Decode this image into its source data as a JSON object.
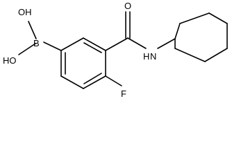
{
  "molecule": {
    "atoms": {
      "oh_top": "OH",
      "oh_bottom": "HO",
      "boron": "B",
      "oxygen": "O",
      "nitrogen_h": "H",
      "nitrogen": "N",
      "fluorine": "F"
    }
  }
}
